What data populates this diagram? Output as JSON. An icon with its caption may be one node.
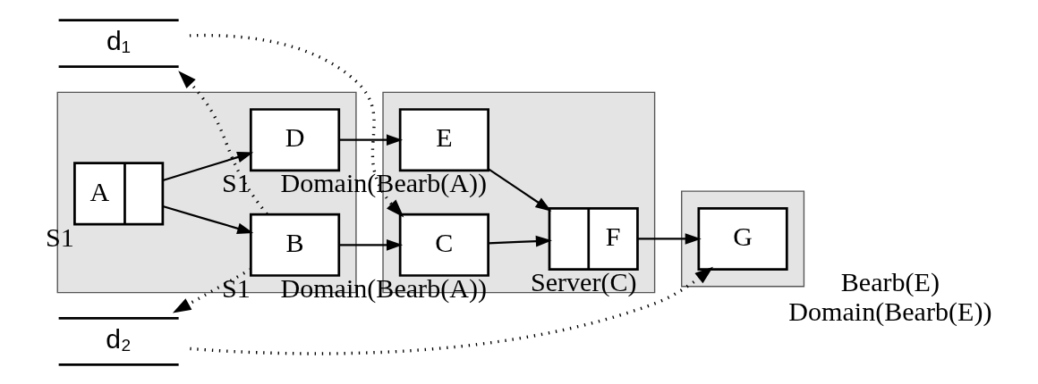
{
  "diagram": {
    "nodes": [
      {
        "text": [
          "d₁"
        ]
      },
      {
        "text": [
          "d₂"
        ]
      },
      {
        "text": [],
        "shape": "band"
      },
      {
        "text": [
          "A"
        ],
        "in": 2,
        "beside": [
          "S1"
        ]
      },
      {
        "text": [
          "B"
        ],
        "in": 2,
        "beside": [
          "S1"
        ]
      },
      {
        "text": [
          "D"
        ],
        "in": 2,
        "beside": [
          "S1"
        ]
      },
      {
        "text": [],
        "shape": "band"
      },
      {
        "text": [
          "C"
        ],
        "in": 6,
        "beside": [
          "Domain(Bearb(A))"
        ]
      },
      {
        "text": [
          "E"
        ],
        "in": 6,
        "beside": [
          "Domain(Bearb(A))"
        ]
      },
      {
        "text": [
          "F"
        ],
        "in": 6,
        "beside": [
          "Server(C)"
        ]
      },
      {
        "text": [],
        "shape": "band"
      },
      {
        "text": [
          "G"
        ],
        "in": 10,
        "beside": [
          "Bearb(E)",
          "Domain(Bearb(E))"
        ]
      }
    ],
    "edges": [
      {
        "from": 4,
        "to": 0,
        "arrow": "to",
        "style": "dashed"
      },
      {
        "from": 0,
        "to": 7,
        "arrow": "to",
        "style": "dashed"
      },
      {
        "from": 4,
        "to": 1,
        "arrow": "to",
        "style": "dashed"
      },
      {
        "from": 1,
        "to": 11,
        "arrow": "to",
        "style": "dashed"
      },
      {
        "from": 3,
        "to": 4,
        "arrow": "to"
      },
      {
        "from": 3,
        "to": 5,
        "arrow": "to"
      },
      {
        "from": 4,
        "to": 7,
        "arrow": "to"
      },
      {
        "from": 5,
        "to": 8,
        "arrow": "to"
      },
      {
        "from": 7,
        "to": 9,
        "arrow": "to"
      },
      {
        "from": 8,
        "to": 9,
        "arrow": "to"
      },
      {
        "from": 9,
        "to": 11,
        "arrow": "to"
      }
    ]
  }
}
